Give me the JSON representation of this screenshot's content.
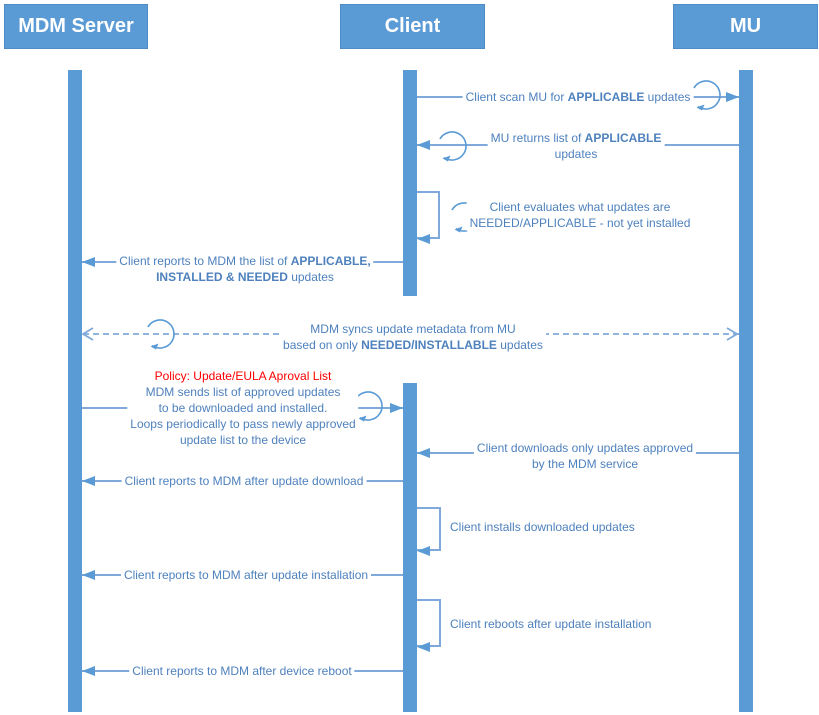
{
  "actors": {
    "mdm": {
      "label": "MDM Server"
    },
    "client": {
      "label": "Client"
    },
    "mu": {
      "label": "MU"
    }
  },
  "colors": {
    "actor_fill": "#5B9BD5",
    "lifeline": "#5B9BD5",
    "line": "#7FA9DA",
    "text": "#4E81BD",
    "policy_red": "#FF0000"
  },
  "messages": {
    "m1": {
      "pre": "Client scan MU for ",
      "bold": "APPLICABLE",
      "post": " updates"
    },
    "m2": {
      "pre": "MU returns list of ",
      "bold": "APPLICABLE",
      "line2": "updates"
    },
    "m3": {
      "line1": "Client evaluates what updates are",
      "line2": "NEEDED/APPLICABLE - not yet installed"
    },
    "m4": {
      "pre": "Client reports to MDM the list of ",
      "bold1": "APPLICABLE,",
      "bold2": "INSTALLED & NEEDED",
      "post": " updates"
    },
    "m5": {
      "line1": "MDM syncs update metadata from MU",
      "pre2": "based on only ",
      "bold2": "NEEDED/INSTALLABLE",
      "post2": " updates"
    },
    "m6": {
      "policy": "Policy: Update/EULA Aproval List",
      "line1": "MDM sends list of approved updates",
      "line2": "to be downloaded and installed.",
      "line3": "Loops periodically to pass newly approved",
      "line4": "update list to the device"
    },
    "m7": {
      "line1": "Client downloads only updates approved",
      "line2": "by the MDM service"
    },
    "m8": {
      "text": "Client reports to MDM after update download"
    },
    "m9": {
      "text": "Client installs downloaded updates"
    },
    "m10": {
      "text": "Client reports to MDM after update installation"
    },
    "m11": {
      "text": "Client reboots after update installation"
    },
    "m12": {
      "text": "Client reports to MDM after device reboot"
    }
  }
}
